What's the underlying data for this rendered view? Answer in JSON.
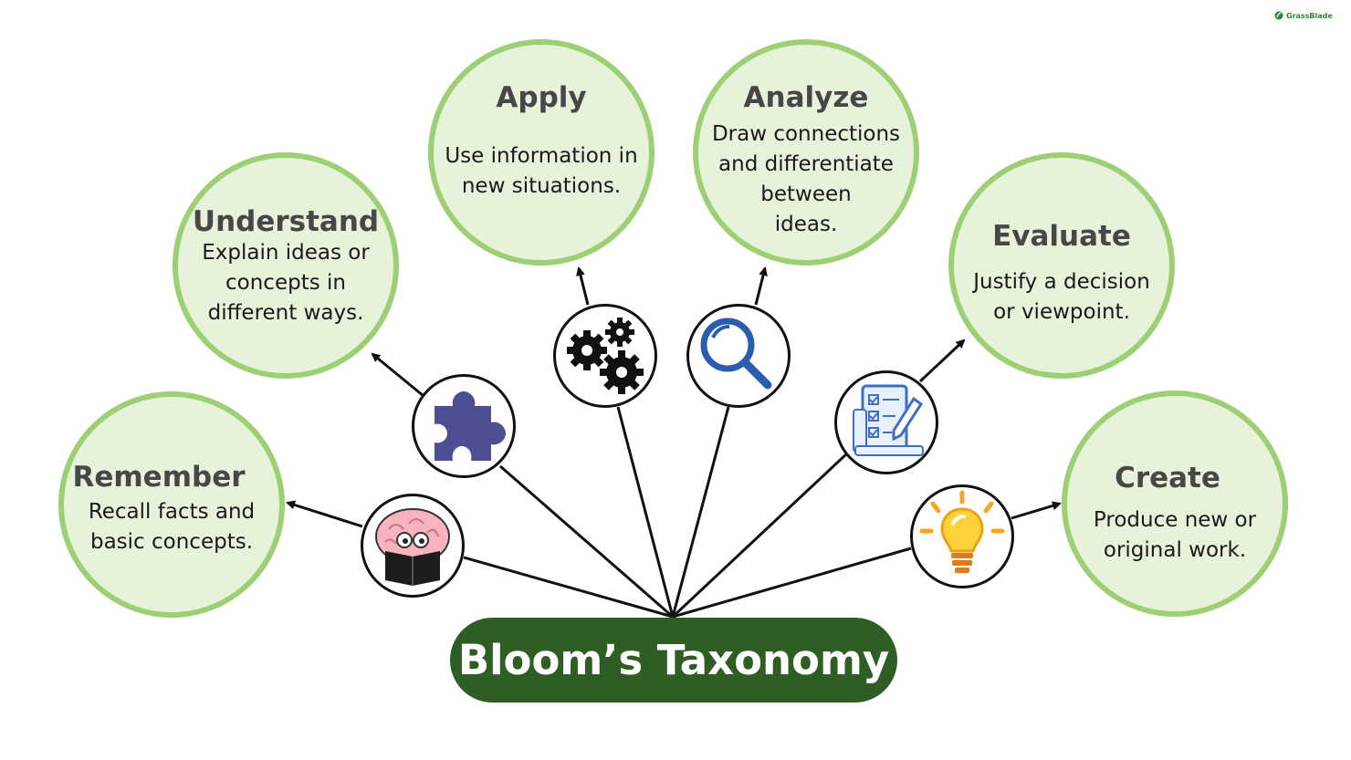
{
  "diagram": {
    "center_label": "Bloom’s Taxonomy",
    "brand": "GrassBlade",
    "levels": [
      {
        "id": "remember",
        "title": "Remember",
        "desc": [
          "Recall facts and",
          "basic concepts."
        ],
        "icon": "brain-reading-book-icon"
      },
      {
        "id": "understand",
        "title": "Understand",
        "desc": [
          "Explain ideas or",
          "concepts in",
          "different ways."
        ],
        "icon": "puzzle-piece-icon"
      },
      {
        "id": "apply",
        "title": "Apply",
        "desc": [
          "Use information in",
          "new situations."
        ],
        "icon": "gears-icon"
      },
      {
        "id": "analyze",
        "title": "Analyze",
        "desc": [
          "Draw connections",
          "and differentiate",
          "between",
          "ideas."
        ],
        "icon": "magnifying-glass-icon"
      },
      {
        "id": "evaluate",
        "title": "Evaluate",
        "desc": [
          "Justify a decision",
          "or viewpoint."
        ],
        "icon": "checklist-icon"
      },
      {
        "id": "create",
        "title": "Create",
        "desc": [
          "Produce new or",
          "original work."
        ],
        "icon": "lightbulb-icon"
      }
    ],
    "colors": {
      "bubble_fill": "#e6f2da",
      "bubble_border": "#9dcf74",
      "pill": "#2f5e25",
      "title_text": "#474747",
      "connector": "#111111",
      "brand": "#2d8c2a"
    }
  }
}
